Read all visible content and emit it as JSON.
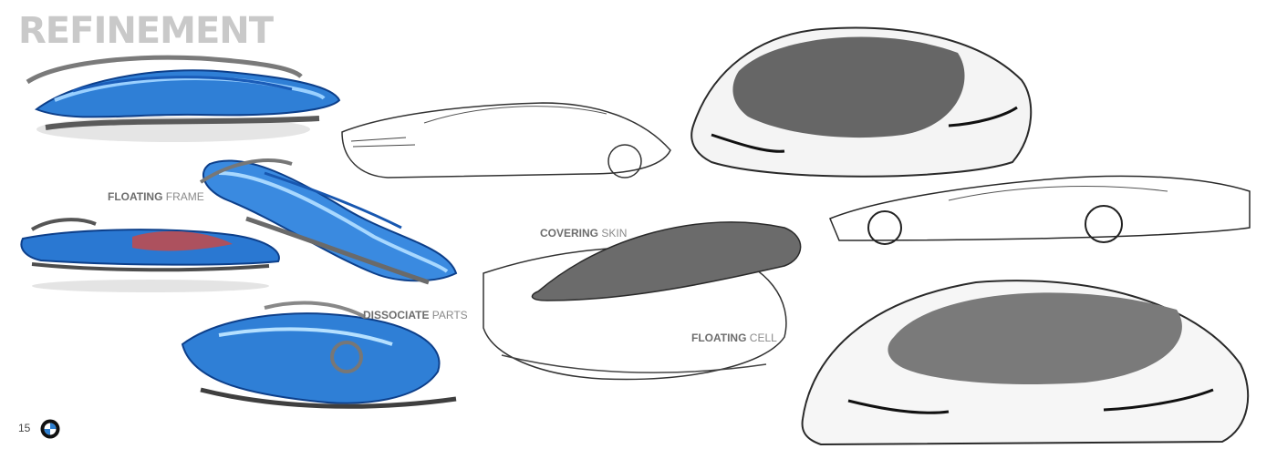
{
  "page": {
    "title": "REFINEMENT",
    "page_number": "15",
    "logo_icon": "bmw-roundel-icon"
  },
  "captions": {
    "floating_frame": {
      "bold": "FLOATING",
      "light": " FRAME"
    },
    "dissociate_parts": {
      "bold": "DISSOCIATE",
      "light": " PARTS"
    },
    "covering_skin": {
      "bold": "COVERING",
      "light": " SKIN"
    },
    "floating_cell": {
      "bold": "FLOATING",
      "light": " CELL"
    }
  },
  "colors": {
    "title_gray": "#c9c9c9",
    "sketch_blue": "#2f7fd6",
    "sketch_dark_blue": "#0d3f8a",
    "skin_gray": "#6b6b6b",
    "accent_red": "#c44a4a"
  }
}
